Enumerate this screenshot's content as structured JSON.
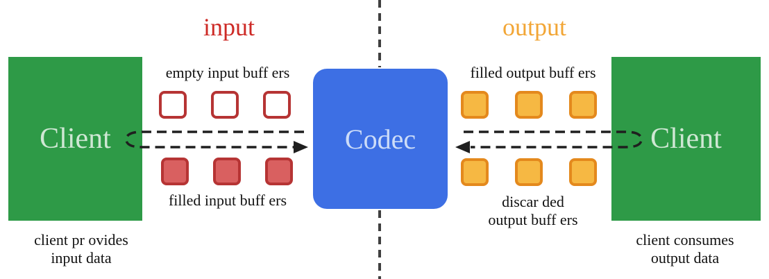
{
  "colors": {
    "green": "#2e9a47",
    "green_text": "#cfe7d4",
    "blue": "#3d6fe4",
    "blue_text": "#ccdcf8",
    "red": "#b63434",
    "red_fill": "#d96060",
    "red_title": "#cd2a26",
    "orange_border": "#e4891d",
    "orange_fill": "#f6b843",
    "orange_title": "#f2a636",
    "line": "#1f1f1f",
    "divider": "#3f3f3f"
  },
  "titles": {
    "input": "input",
    "output": "output"
  },
  "codec": {
    "label": "Codec"
  },
  "left_client": {
    "label": "Client",
    "caption_line1": "client pr ovides",
    "caption_line2": "input data"
  },
  "right_client": {
    "label": "Client",
    "caption_line1": "client consumes",
    "caption_line2": "output data"
  },
  "buffers": {
    "empty_input_label": "empty input buff ers",
    "filled_input_label": "filled input buff ers",
    "filled_output_label": "filled output buff ers",
    "discarded_label_line1": "discar ded",
    "discarded_label_line2": "output buff ers",
    "empty_input_count": 3,
    "filled_input_count": 3,
    "filled_output_count": 3,
    "discarded_output_count": 3
  }
}
